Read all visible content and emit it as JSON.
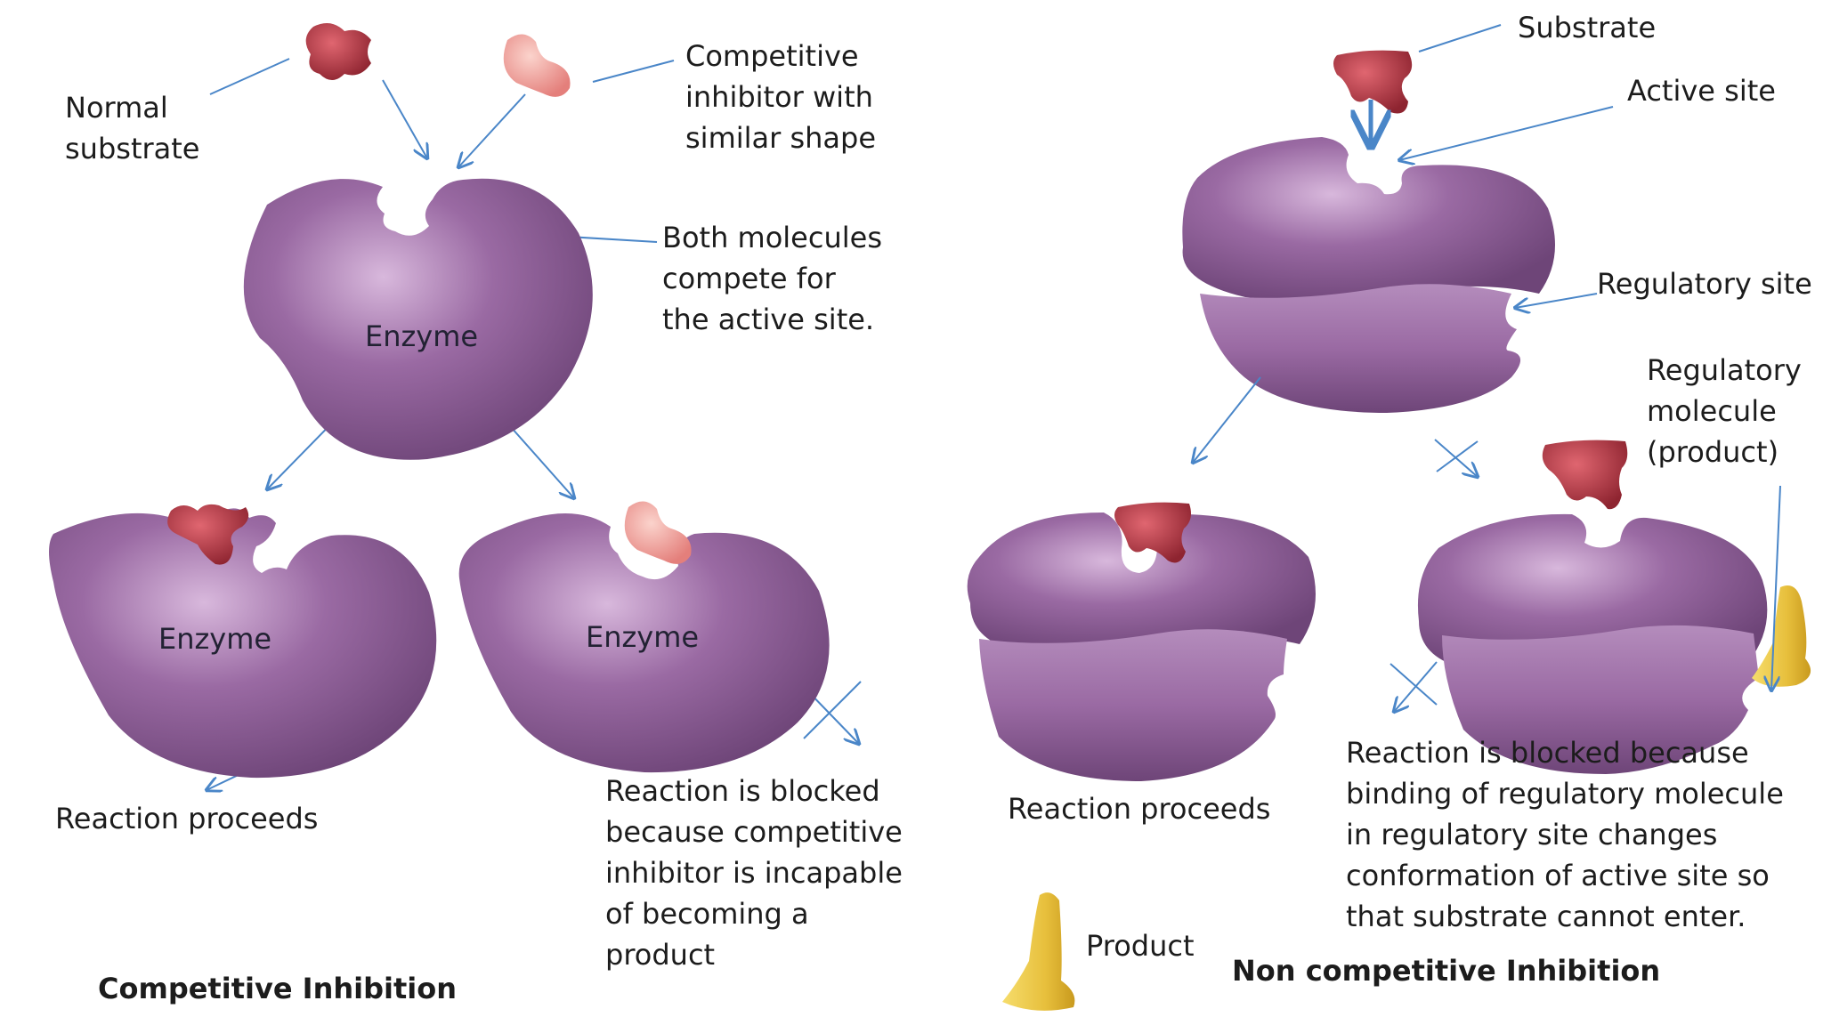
{
  "competitive": {
    "normal_substrate": [
      "Normal",
      "substrate"
    ],
    "inhibitor": [
      "Competitive",
      "inhibitor with",
      "similar shape"
    ],
    "compete": [
      "Both molecules",
      "compete for",
      "the active site."
    ],
    "enzyme_top": "Enzyme",
    "enzyme_left": "Enzyme",
    "enzyme_right": "Enzyme",
    "proceeds": "Reaction proceeds",
    "blocked": [
      "Reaction is blocked",
      "because competitive",
      "inhibitor is incapable",
      "of becoming a",
      "product"
    ],
    "title": "Competitive Inhibition"
  },
  "noncompetitive": {
    "substrate": "Substrate",
    "active_site": "Active site",
    "regulatory_site": "Regulatory site",
    "regulatory_molecule": [
      "Regulatory",
      "molecule",
      "(product)"
    ],
    "proceeds": "Reaction proceeds",
    "blocked": [
      "Reaction is blocked because",
      "binding of regulatory molecule",
      "in regulatory site changes",
      "conformation of active site so",
      "that substrate cannot enter."
    ],
    "product": "Product",
    "title": "Non competitive Inhibition"
  },
  "colors": {
    "enzyme": "#9a6aa3",
    "substrate": "#b83c46",
    "inhibitor": "#f0a5a0",
    "product": "#e7bf3c",
    "arrow": "#4a86c8"
  }
}
